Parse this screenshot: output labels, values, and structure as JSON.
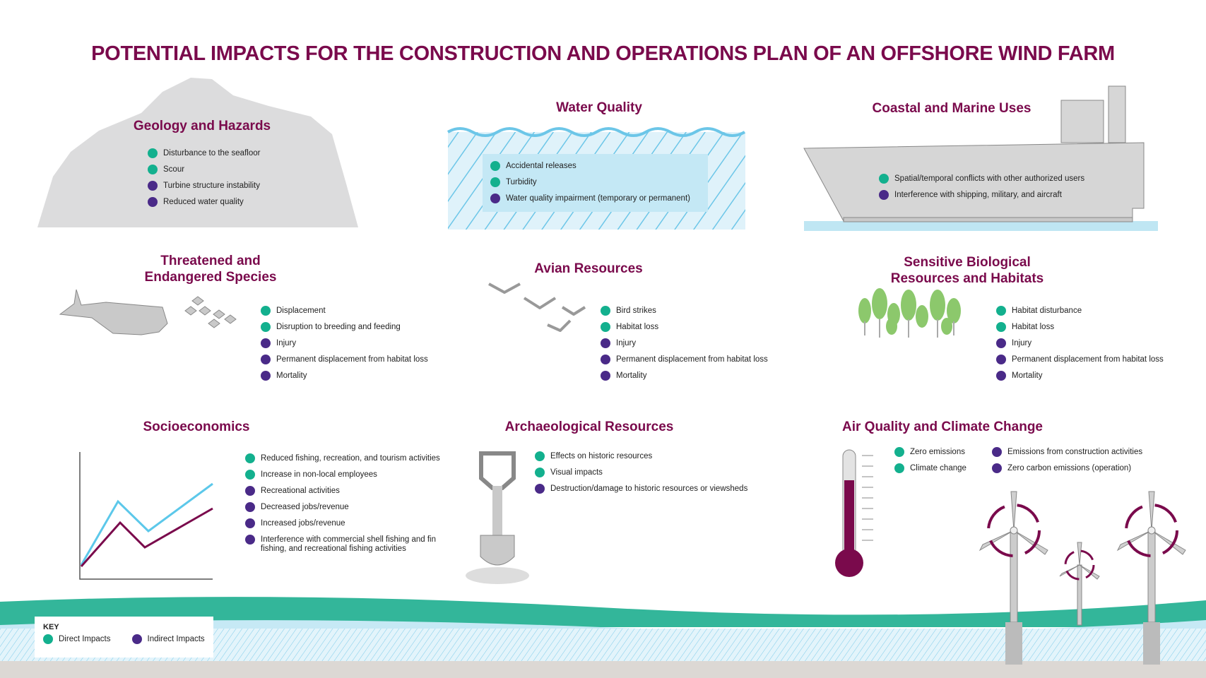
{
  "title": "POTENTIAL IMPACTS FOR THE CONSTRUCTION AND OPERATIONS PLAN OF AN OFFSHORE WIND FARM",
  "colors": {
    "title": "#7a0a4c",
    "direct": "#13b08e",
    "indirect": "#4a2a88"
  },
  "sections": {
    "geology": {
      "heading": "Geology and Hazards",
      "items": [
        {
          "label": "Disturbance to the seafloor",
          "type": "direct"
        },
        {
          "label": "Scour",
          "type": "direct"
        },
        {
          "label": "Turbine structure instability",
          "type": "indirect"
        },
        {
          "label": "Reduced water quality",
          "type": "indirect"
        }
      ]
    },
    "water": {
      "heading": "Water Quality",
      "items": [
        {
          "label": "Accidental releases",
          "type": "direct"
        },
        {
          "label": "Turbidity",
          "type": "direct"
        },
        {
          "label": "Water quality impairment (temporary or permanent)",
          "type": "indirect"
        }
      ]
    },
    "coastal": {
      "heading": "Coastal and Marine Uses",
      "items": [
        {
          "label": "Spatial/temporal conflicts with other authorized users",
          "type": "direct"
        },
        {
          "label": "Interference with shipping, military, and aircraft",
          "type": "indirect"
        }
      ]
    },
    "species": {
      "heading": "Threatened and Endangered Species",
      "items": [
        {
          "label": "Displacement",
          "type": "direct"
        },
        {
          "label": "Disruption to breeding and feeding",
          "type": "direct"
        },
        {
          "label": "Injury",
          "type": "indirect"
        },
        {
          "label": "Permanent displacement from habitat loss",
          "type": "indirect"
        },
        {
          "label": "Mortality",
          "type": "indirect"
        }
      ]
    },
    "avian": {
      "heading": "Avian Resources",
      "items": [
        {
          "label": "Bird strikes",
          "type": "direct"
        },
        {
          "label": "Habitat loss",
          "type": "direct"
        },
        {
          "label": "Injury",
          "type": "indirect"
        },
        {
          "label": "Permanent displacement from habitat loss",
          "type": "indirect"
        },
        {
          "label": "Mortality",
          "type": "indirect"
        }
      ]
    },
    "biological": {
      "heading": "Sensitive Biological Resources and Habitats",
      "items": [
        {
          "label": "Habitat disturbance",
          "type": "direct"
        },
        {
          "label": "Habitat loss",
          "type": "direct"
        },
        {
          "label": "Injury",
          "type": "indirect"
        },
        {
          "label": "Permanent displacement from habitat loss",
          "type": "indirect"
        },
        {
          "label": "Mortality",
          "type": "indirect"
        }
      ]
    },
    "socio": {
      "heading": "Socioeconomics",
      "items": [
        {
          "label": "Reduced fishing, recreation, and tourism activities",
          "type": "direct"
        },
        {
          "label": "Increase in non-local employees",
          "type": "direct"
        },
        {
          "label": "Recreational activities",
          "type": "indirect"
        },
        {
          "label": "Decreased jobs/revenue",
          "type": "indirect"
        },
        {
          "label": "Increased jobs/revenue",
          "type": "indirect"
        },
        {
          "label": "Interference with commercial shell fishing and fin fishing, and recreational fishing activities",
          "type": "indirect"
        }
      ]
    },
    "archaeo": {
      "heading": "Archaeological Resources",
      "items": [
        {
          "label": "Effects on historic resources",
          "type": "direct"
        },
        {
          "label": "Visual impacts",
          "type": "direct"
        },
        {
          "label": "Destruction/damage to historic resources or viewsheds",
          "type": "indirect"
        }
      ]
    },
    "air": {
      "heading": "Air Quality and Climate Change",
      "items": [
        {
          "label": "Zero emissions",
          "type": "direct"
        },
        {
          "label": "Climate change",
          "type": "direct"
        },
        {
          "label": "Emissions from construction activities",
          "type": "indirect"
        },
        {
          "label": "Zero carbon emissions (operation)",
          "type": "indirect"
        }
      ]
    }
  },
  "key": {
    "title": "KEY",
    "direct": "Direct Impacts",
    "indirect": "Indirect Impacts"
  }
}
